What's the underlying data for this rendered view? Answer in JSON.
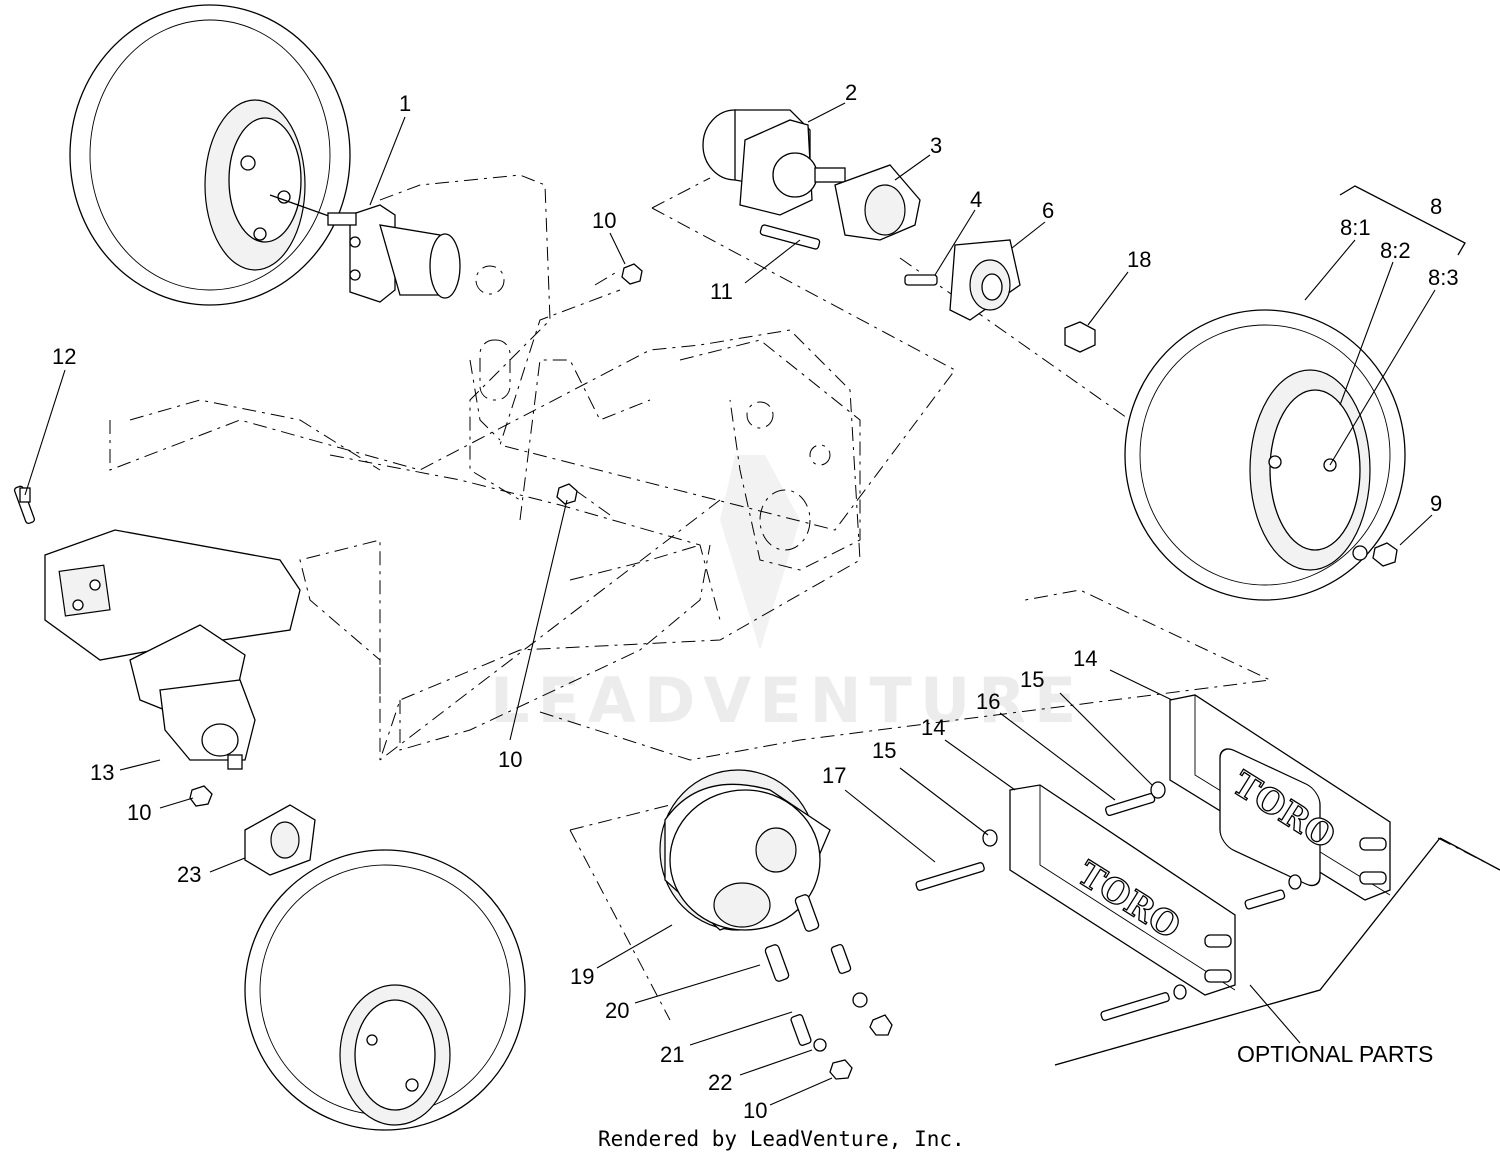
{
  "diagram": {
    "callouts": {
      "c1": "1",
      "c2": "2",
      "c3": "3",
      "c4": "4",
      "c6": "6",
      "c8": "8",
      "c8_1": "8:1",
      "c8_2": "8:2",
      "c8_3": "8:3",
      "c9": "9",
      "c10_top": "10",
      "c10_mid": "10",
      "c10_left": "10",
      "c10_bottom": "10",
      "c11": "11",
      "c12": "12",
      "c13": "13",
      "c14_right": "14",
      "c14_left": "14",
      "c15_right": "15",
      "c15_left": "15",
      "c16": "16",
      "c17": "17",
      "c18": "18",
      "c19": "19",
      "c20": "20",
      "c21": "21",
      "c22": "22",
      "c23": "23"
    },
    "optional_parts_label": "OPTIONAL PARTS",
    "weight_brand": "TORO",
    "watermark": "LEADVENTURE",
    "footer": "Rendered by LeadVenture, Inc."
  }
}
